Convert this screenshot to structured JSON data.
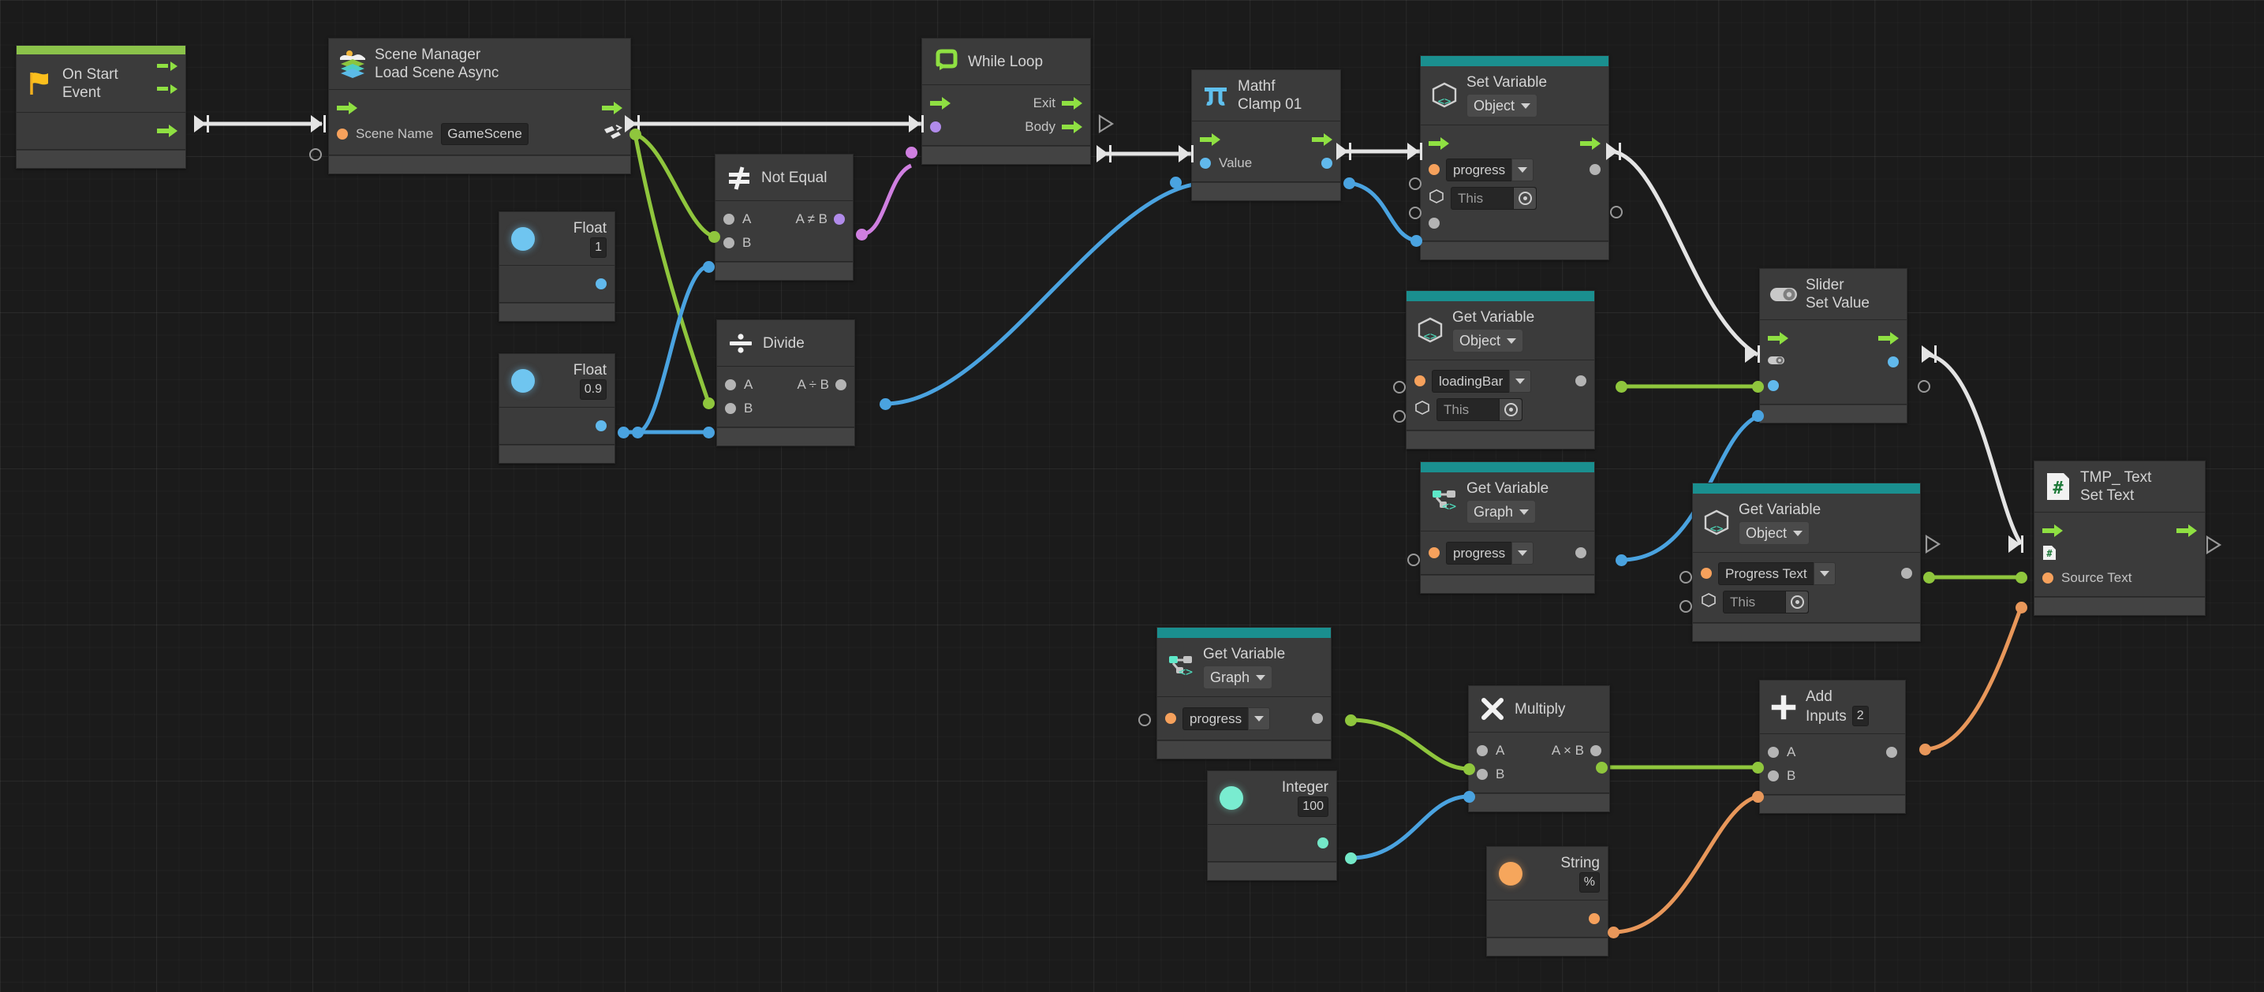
{
  "graph": {
    "title": "Unity Visual Scripting Graph",
    "background_color": "#1b1b1b",
    "grid_color": "#242424"
  },
  "colors": {
    "exec_green": "#8fe042",
    "event_accent": "#8bc34a",
    "variable_accent": "#1a8f8f",
    "port_grey": "#b4b4b4",
    "port_orange": "#f6a15c",
    "port_blue": "#61b9ec",
    "port_purple": "#b18bea",
    "port_green": "#8fc63d",
    "port_cyan": "#74e8c8",
    "wire_white": "#e4e4e4",
    "wire_green": "#8fc63d",
    "wire_blue": "#4aa3e0",
    "wire_purple": "#cf7fe0",
    "wire_orange": "#e8975a"
  },
  "nodes": [
    {
      "id": "on-start",
      "icon": "flag-icon",
      "title": "On Start",
      "subtitle": "Event",
      "accent": "#8bc34a",
      "ports": {
        "out_exec": ""
      }
    },
    {
      "id": "scene-manager",
      "icon": "scene-layers-icon",
      "title": "Scene Manager",
      "subtitle": "Load Scene Async",
      "ports": {
        "scene_name_label": "Scene Name",
        "scene_name_value": "GameScene"
      }
    },
    {
      "id": "while-loop",
      "icon": "loop-icon",
      "title": "While Loop",
      "subtitle": "",
      "ports": {
        "exit": "Exit",
        "body": "Body"
      }
    },
    {
      "id": "not-equal",
      "icon": "not-equal-icon",
      "title": "Not Equal",
      "subtitle": "",
      "ports": {
        "a": "A",
        "b": "B",
        "result": "A ≠ B"
      }
    },
    {
      "id": "float-1",
      "icon": "float-dot-icon",
      "title": "Float",
      "value": "1"
    },
    {
      "id": "float-09",
      "icon": "float-dot-icon",
      "title": "Float",
      "value": "0.9"
    },
    {
      "id": "divide",
      "icon": "divide-icon",
      "title": "Divide",
      "subtitle": "",
      "ports": {
        "a": "A",
        "b": "B",
        "result": "A ÷ B"
      }
    },
    {
      "id": "mathf-clamp01",
      "icon": "pi-icon",
      "title": "Mathf",
      "subtitle": "Clamp 01",
      "ports": {
        "value": "Value"
      }
    },
    {
      "id": "set-variable-progress",
      "icon": "object-variable-icon",
      "title": "Set Variable",
      "kind": "Object",
      "accent": "#1a8f8f",
      "ports": {
        "variable": "progress",
        "target": "This"
      }
    },
    {
      "id": "get-variable-loadingbar",
      "icon": "object-variable-icon",
      "title": "Get Variable",
      "kind": "Object",
      "accent": "#1a8f8f",
      "ports": {
        "variable": "loadingBar",
        "target": "This"
      }
    },
    {
      "id": "get-variable-progress-graph-1",
      "icon": "graph-variable-icon",
      "title": "Get Variable",
      "kind": "Graph",
      "accent": "#1a8f8f",
      "ports": {
        "variable": "progress"
      }
    },
    {
      "id": "slider-set-value",
      "icon": "slider-toggle-icon",
      "title": "Slider",
      "subtitle": "Set Value"
    },
    {
      "id": "get-variable-progress-text",
      "icon": "object-variable-icon",
      "title": "Get Variable",
      "kind": "Object",
      "accent": "#1a8f8f",
      "ports": {
        "variable": "Progress Text",
        "target": "This"
      }
    },
    {
      "id": "tmp-set-text",
      "icon": "tmp-text-icon",
      "title": "TMP_ Text",
      "subtitle": "Set Text",
      "ports": {
        "source_text": "Source Text"
      }
    },
    {
      "id": "get-variable-progress-graph-2",
      "icon": "graph-variable-icon",
      "title": "Get Variable",
      "kind": "Graph",
      "accent": "#1a8f8f",
      "ports": {
        "variable": "progress"
      }
    },
    {
      "id": "integer-100",
      "icon": "integer-dot-icon",
      "title": "Integer",
      "value": "100"
    },
    {
      "id": "multiply",
      "icon": "multiply-icon",
      "title": "Multiply",
      "ports": {
        "a": "A",
        "b": "B",
        "result": "A × B"
      }
    },
    {
      "id": "add",
      "icon": "plus-icon",
      "title": "Add",
      "subtitle": "Inputs",
      "inputs_count": "2",
      "ports": {
        "a": "A",
        "b": "B"
      }
    },
    {
      "id": "string-percent",
      "icon": "string-dot-icon",
      "title": "String",
      "value": "%"
    }
  ]
}
